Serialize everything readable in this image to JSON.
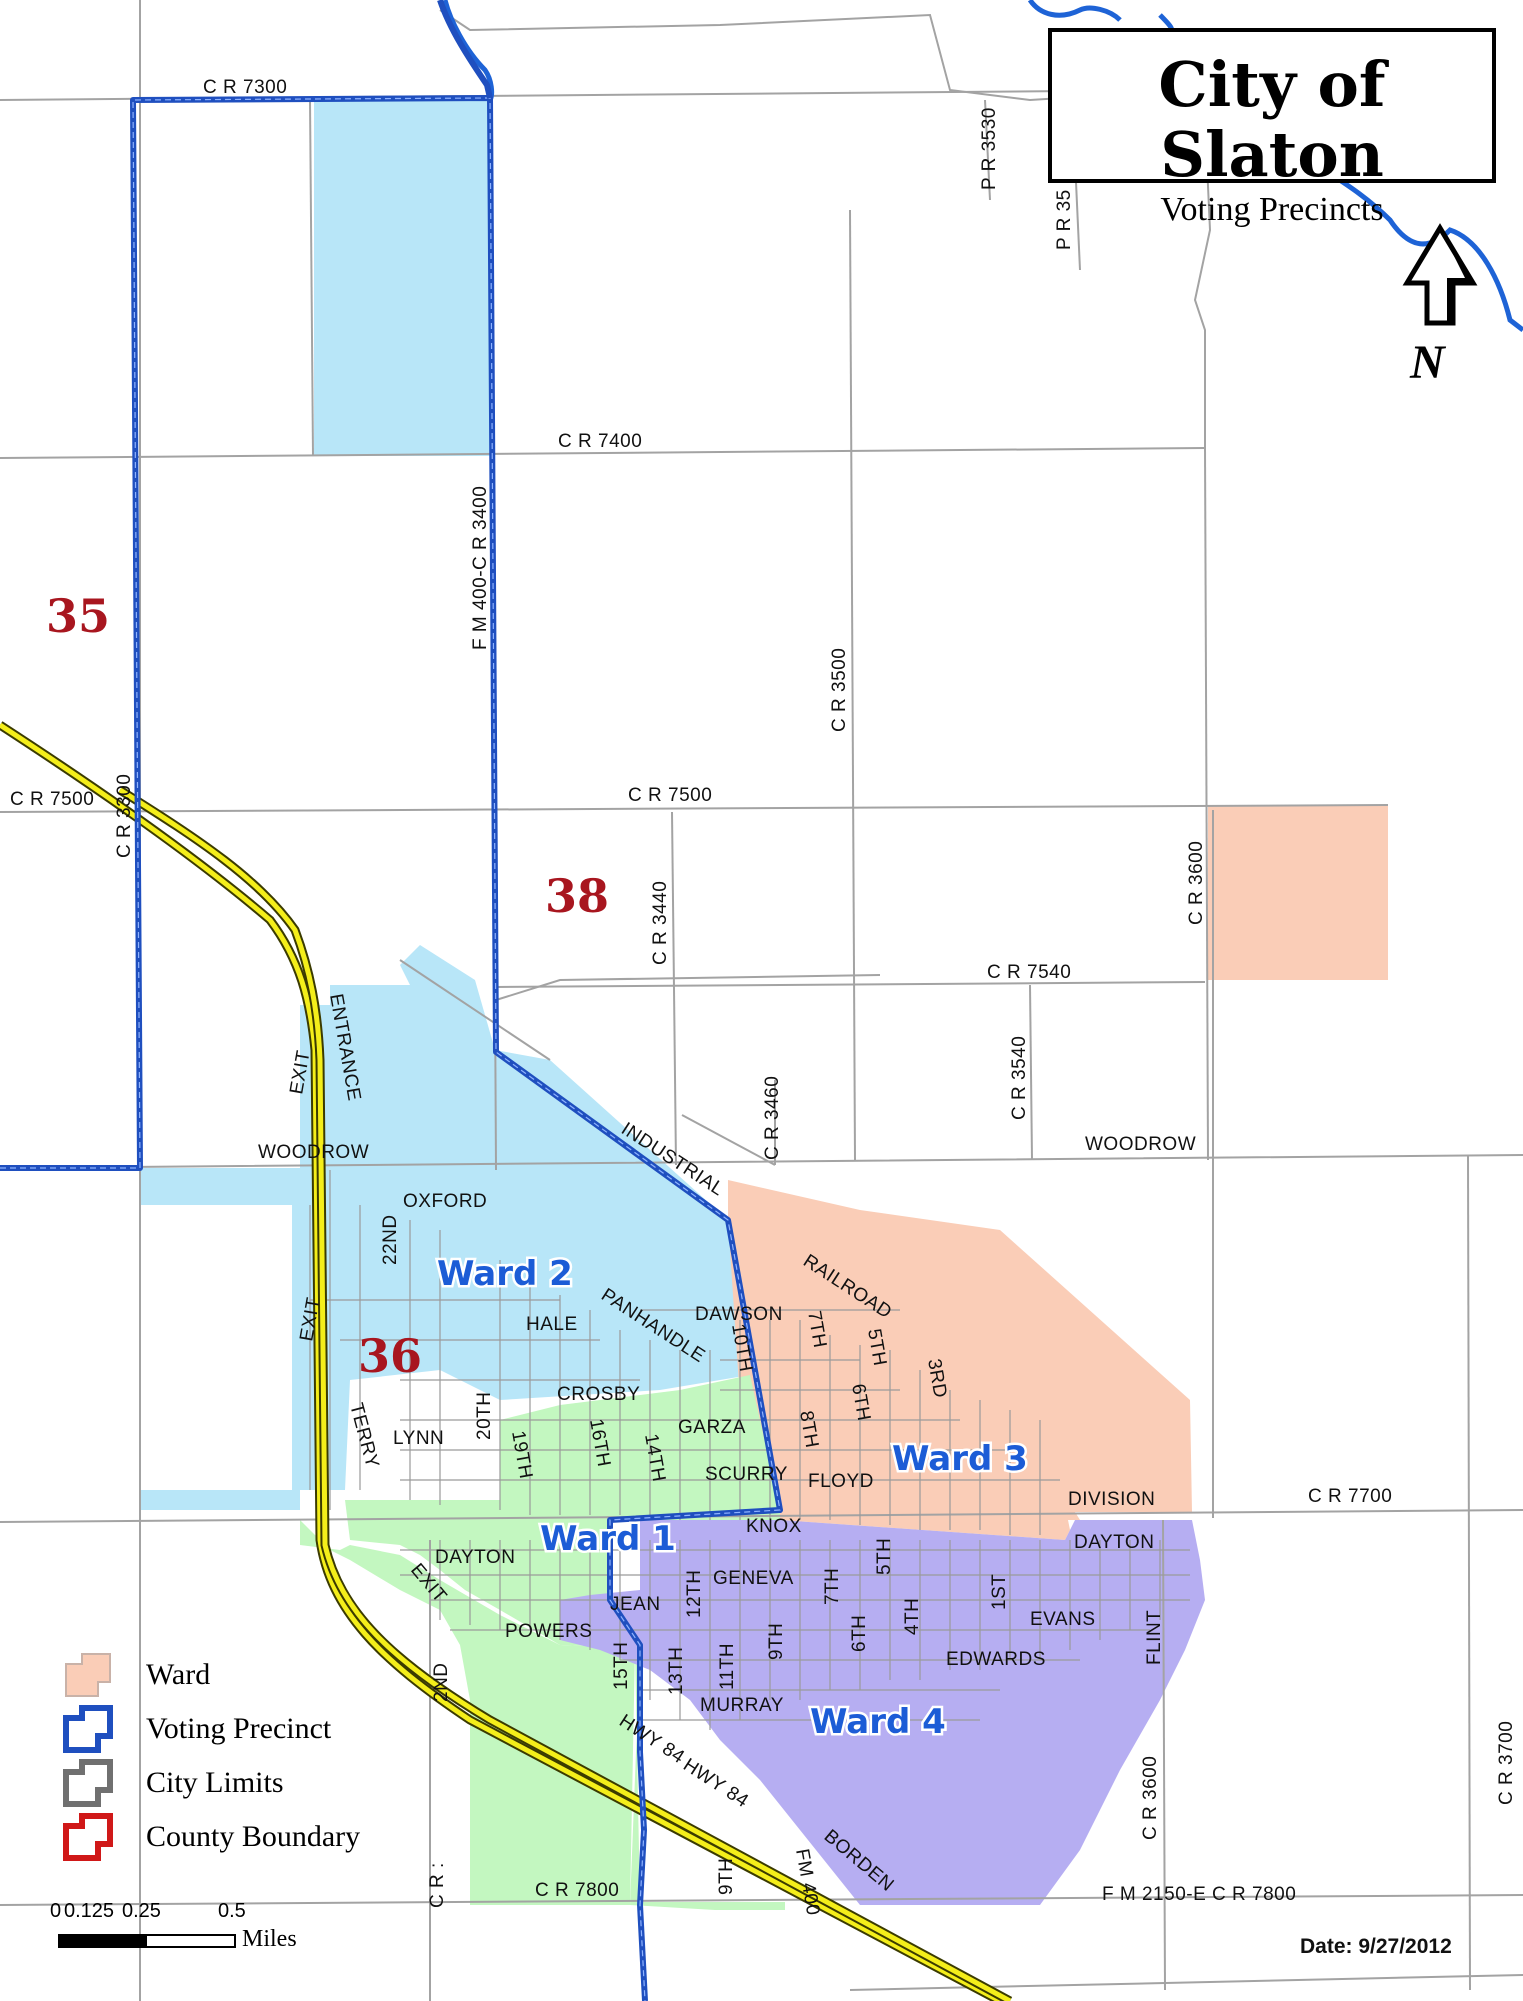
{
  "title": {
    "main": "City of Slaton",
    "sub": "Voting Precincts"
  },
  "north_label": "N",
  "date_text": "Date: 9/27/2012",
  "legend": [
    {
      "label": "Ward",
      "icon": "ward-swatch-icon"
    },
    {
      "label": "Voting Precinct",
      "icon": "precinct-swatch-icon"
    },
    {
      "label": "City Limits",
      "icon": "city-limits-swatch-icon"
    },
    {
      "label": "County Boundary",
      "icon": "county-boundary-swatch-icon"
    }
  ],
  "scale": {
    "ticks": [
      "0",
      "0.125",
      "0.25",
      "0.5"
    ],
    "units": "Miles"
  },
  "precincts": [
    "35",
    "36",
    "38"
  ],
  "wards": [
    {
      "label": "Ward 1",
      "color": "#c3f7c0"
    },
    {
      "label": "Ward 2",
      "color": "#b8e6f8"
    },
    {
      "label": "Ward 3",
      "color": "#facdb7"
    },
    {
      "label": "Ward 4",
      "color": "#b6aef2"
    }
  ],
  "colors": {
    "precinct_line": "#1f4fbf",
    "highway": "#f4ee1a",
    "precinct_number": "#a8161f",
    "ward_text": "#1c5cd6",
    "county_boundary": "#d01818",
    "city_limits": "#707070"
  },
  "roads": {
    "cr7300": "C R 7300",
    "cr7400": "C R 7400",
    "cr7500_w": "C R 7500",
    "cr7500": "C R 7500",
    "cr7540": "C R 7540",
    "cr7700": "C R 7700",
    "cr7800": "C R 7800",
    "fm2150": "F M 2150-E C R 7800",
    "pr3530": "P R 3530",
    "pr35": "P R 35",
    "fm400cr3400": "F M 400-C R 3400",
    "cr3300": "C R 3300",
    "cr3500": "C R 3500",
    "cr3600_n": "C R 3600",
    "cr3440": "C R 3440",
    "cr3460": "C R 3460",
    "cr3540": "C R 3540",
    "cr3600_s": "C R 3600",
    "cr3700": "C R 3700",
    "cr_partial": "C R :",
    "woodrow_w": "WOODROW",
    "woodrow_e": "WOODROW",
    "industrial": "INDUSTRIAL",
    "railroad": "RAILROAD",
    "entrance": "ENTRANCE",
    "exit1": "EXIT",
    "exit2": "EXIT",
    "exit3": "EXIT",
    "oxford": "OXFORD",
    "s22nd": "22ND",
    "hale": "HALE",
    "panhandle": "PANHANDLE",
    "dawson": "DAWSON",
    "crosby": "CROSBY",
    "garza": "GARZA",
    "scurry": "SCURRY",
    "lynn": "LYNN",
    "terry": "TERRY",
    "s20th": "20TH",
    "s19th": "19TH",
    "s16th": "16TH",
    "s14th": "14TH",
    "s10th": "10TH",
    "s7th_n": "7TH",
    "s5th_n": "5TH",
    "s6th_n": "6TH",
    "s3rd": "3RD",
    "s8th": "8TH",
    "floyd": "FLOYD",
    "knox": "KNOX",
    "division": "DIVISION",
    "dayton_w": "DAYTON",
    "dayton_e": "DAYTON",
    "geneva": "GENEVA",
    "jean": "JEAN",
    "s12th": "12TH",
    "s7th_s": "7TH",
    "s5th_s": "5TH",
    "powers": "POWERS",
    "s15th": "15TH",
    "s13th": "13TH",
    "s11th": "11TH",
    "s9th_n": "9TH",
    "s6th_s": "6TH",
    "s4th": "4TH",
    "s1st": "1ST",
    "evans": "EVANS",
    "edwards": "EDWARDS",
    "flint": "FLINT",
    "murray": "MURRAY",
    "s2nd": "2ND",
    "hwy84a": "HWY 84",
    "hwy84b": "HWY 84",
    "borden": "BORDEN",
    "s9th_s": "9TH",
    "fm400": "FM 400"
  }
}
